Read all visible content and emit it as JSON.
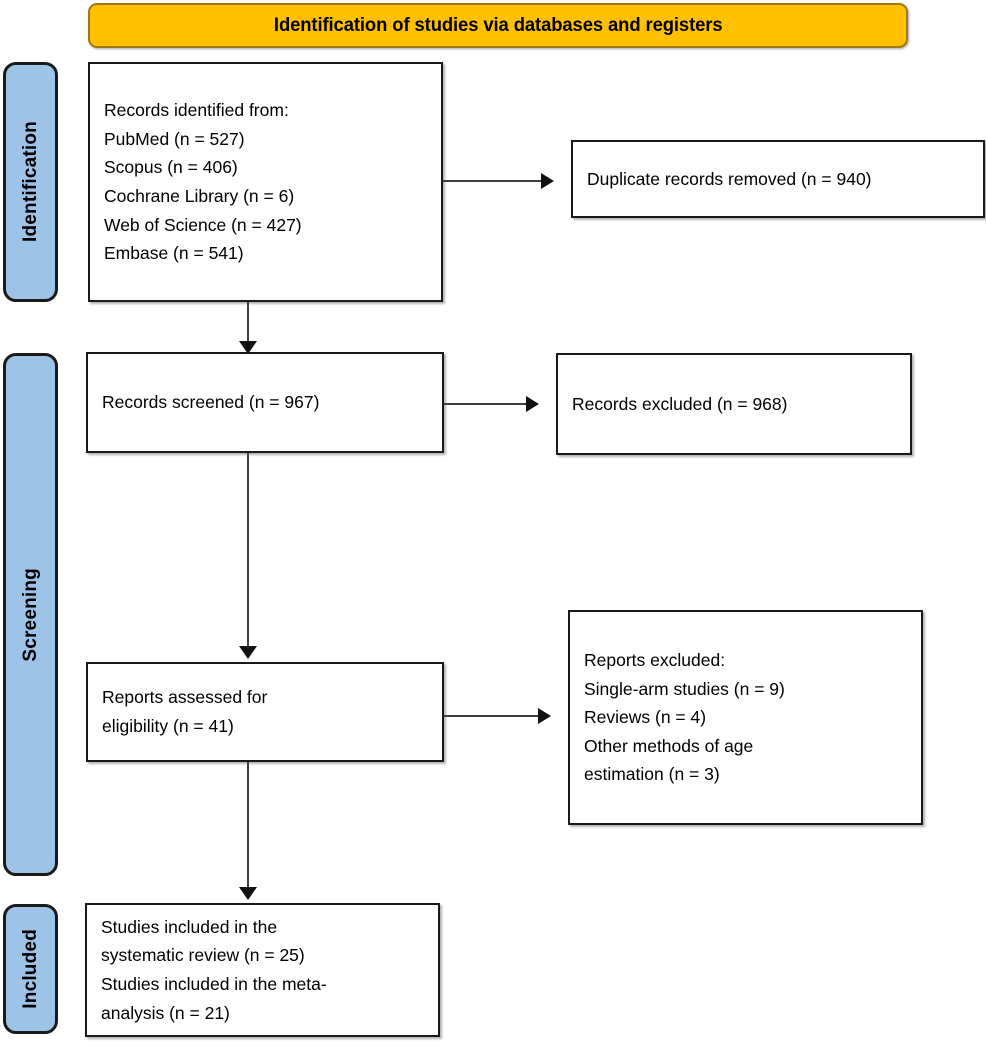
{
  "banner": {
    "title": "Identification of studies via databases and registers",
    "fill_color": "#FFC000",
    "border_color": "#9C7A10"
  },
  "stages": {
    "accent_color": "#9DC3E6",
    "items": [
      {
        "key": "identification",
        "label": "Identification"
      },
      {
        "key": "screening",
        "label": "Screening"
      },
      {
        "key": "included",
        "label": "Included"
      }
    ]
  },
  "boxes": {
    "identified": {
      "text": "Records identified from:\nPubMed (n = 527)\nScopus (n = 406)\nCochrane Library (n = 6)\nWeb of Science (n = 427)\nEmbase (n = 541)"
    },
    "duplicates": {
      "text": "Duplicate records removed (n = 940)"
    },
    "screened": {
      "text": "Records screened (n = 967)"
    },
    "records_excluded": {
      "text": "Records excluded (n = 968)"
    },
    "eligibility": {
      "text": "Reports assessed for\neligibility (n = 41)"
    },
    "reports_excluded": {
      "text": "Reports excluded:\nSingle-arm studies  (n = 9)\nReviews (n = 4)\nOther methods of age\nestimation (n = 3)"
    },
    "included": {
      "text": "Studies included in the\nsystematic review (n = 25)\nStudies included in the meta-\nanalysis (n = 21)"
    }
  },
  "chart_data": {
    "type": "diagram",
    "diagram_kind": "PRISMA 2020 flow diagram",
    "title": "Identification of studies via databases and registers",
    "stages": [
      "Identification",
      "Screening",
      "Included"
    ],
    "nodes": [
      {
        "id": "identified",
        "stage": "Identification",
        "label": "Records identified from:",
        "sources": [
          {
            "name": "PubMed",
            "n": 527
          },
          {
            "name": "Scopus",
            "n": 406
          },
          {
            "name": "Cochrane Library",
            "n": 6
          },
          {
            "name": "Web of Science",
            "n": 427
          },
          {
            "name": "Embase",
            "n": 541
          }
        ]
      },
      {
        "id": "duplicates",
        "stage": "Identification",
        "label": "Duplicate records removed",
        "n": 940
      },
      {
        "id": "screened",
        "stage": "Screening",
        "label": "Records screened",
        "n": 967
      },
      {
        "id": "records_excluded",
        "stage": "Screening",
        "label": "Records excluded",
        "n": 968
      },
      {
        "id": "eligibility",
        "stage": "Screening",
        "label": "Reports assessed for eligibility",
        "n": 41
      },
      {
        "id": "reports_excluded",
        "stage": "Screening",
        "label": "Reports excluded:",
        "reasons": [
          {
            "reason": "Single-arm studies",
            "n": 9
          },
          {
            "reason": "Reviews",
            "n": 4
          },
          {
            "reason": "Other methods of age estimation",
            "n": 3
          }
        ]
      },
      {
        "id": "included",
        "stage": "Included",
        "label": "Studies included",
        "counts": [
          {
            "label": "systematic review",
            "n": 25
          },
          {
            "label": "meta-analysis",
            "n": 21
          }
        ]
      }
    ],
    "edges": [
      {
        "from": "identified",
        "to": "duplicates",
        "direction": "right"
      },
      {
        "from": "identified",
        "to": "screened",
        "direction": "down"
      },
      {
        "from": "screened",
        "to": "records_excluded",
        "direction": "right"
      },
      {
        "from": "screened",
        "to": "eligibility",
        "direction": "down"
      },
      {
        "from": "eligibility",
        "to": "reports_excluded",
        "direction": "right"
      },
      {
        "from": "eligibility",
        "to": "included",
        "direction": "down"
      }
    ]
  }
}
